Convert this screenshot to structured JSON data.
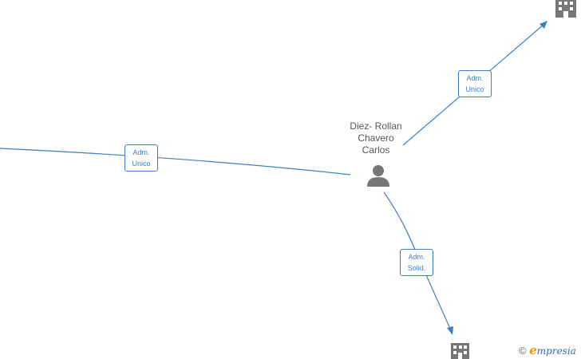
{
  "person": {
    "name_lines": [
      "Diez- Rollan",
      "Chavero",
      "Carlos"
    ],
    "icon": "person-icon"
  },
  "companies": [
    {
      "id": "company-top-right",
      "icon": "building-icon"
    },
    {
      "id": "company-bottom",
      "icon": "building-icon"
    }
  ],
  "relations": [
    {
      "id": "left",
      "lines": [
        "Adm.",
        "Unico"
      ]
    },
    {
      "id": "top-right",
      "lines": [
        "Adm.",
        "Unico"
      ]
    },
    {
      "id": "bottom",
      "lines": [
        "Adm.",
        "Solid."
      ]
    }
  ],
  "footer": {
    "copyright_symbol": "©",
    "brand_initial": "e",
    "brand_rest": "mpresia"
  },
  "colors": {
    "edge": "#3b7fc9",
    "node_icon": "#777777",
    "brand_orange": "#f29400",
    "brand_blue": "#2d6db5"
  }
}
